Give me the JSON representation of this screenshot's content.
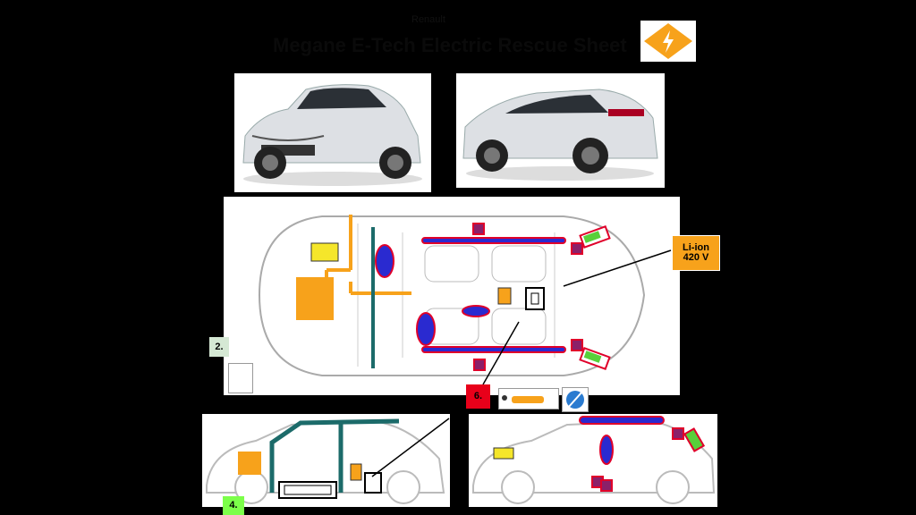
{
  "header": {
    "brand": "Renault",
    "title": "Megane E-Tech Electric Rescue Sheet",
    "left_labels": [
      "",
      "",
      ""
    ],
    "warning_icon": "high-voltage-diamond-icon",
    "colors": {
      "warning": "#f7a21b"
    }
  },
  "labels": {
    "battery": "Li-ion\n420 V",
    "step2": "2.",
    "step4": "4.",
    "step6": "6."
  },
  "icons": {
    "ev_icon": "ev-label-icon",
    "plug_icon": "disconnect-plug-icon",
    "person_icon": "pedestrian-icon",
    "airbag_icon": "airbag-icon",
    "gas_icon": "gas-strut-icon",
    "yellow_icon": "12v-battery-icon"
  },
  "colors": {
    "orange": "#f7a21b",
    "teal": "#1c6b6a",
    "magenta": "#8b2069",
    "blue": "#2a2ad0",
    "red": "#e0002a",
    "green": "#58d03a",
    "step2_bg": "#d5e8d4",
    "step4_bg": "#7cff4a",
    "step6_bg": "#e8001a"
  }
}
